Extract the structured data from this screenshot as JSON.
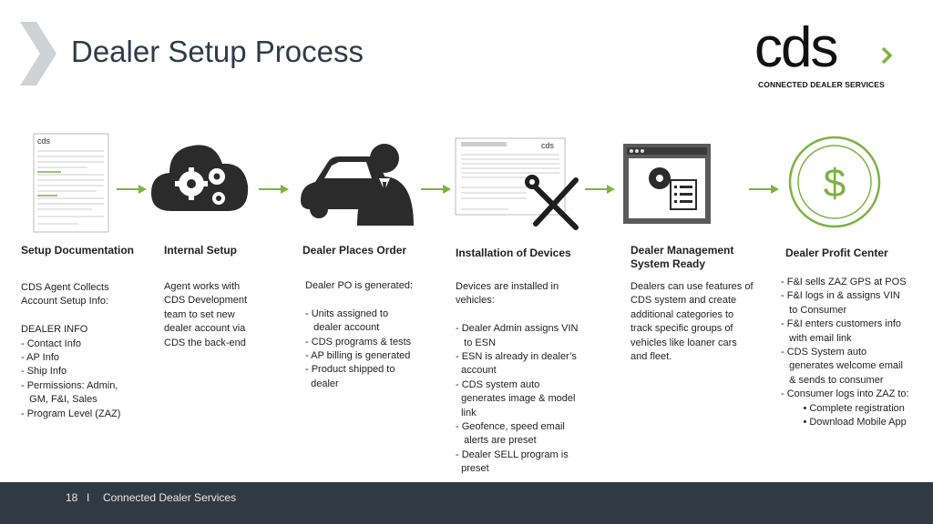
{
  "header": {
    "title": "Dealer Setup Process"
  },
  "logo": {
    "text": "cds",
    "subtitle": "CONNECTED DEALER SERVICES"
  },
  "colors": {
    "accent_green": "#7cb342",
    "title": "#2f3a4a",
    "icon_dark": "#2b2b2b",
    "footer_bg": "#2f3a44"
  },
  "icons": {
    "documentation": "document-icon",
    "internal_setup": "cloud-gears-icon",
    "dealer_order": "car-person-icon",
    "installation": "form-tools-icon",
    "management": "monitor-gear-icon",
    "profit": "dollar-circle-icon"
  },
  "steps": [
    {
      "heading": "Setup Documentation",
      "body": "CDS Agent Collects\nAccount Setup Info:\n\nDEALER INFO\n- Contact Info\n- AP Info\n- Ship Info\n- Permissions: Admin,\n   GM, F&I, Sales\n- Program Level (ZAZ)"
    },
    {
      "heading": "Internal Setup",
      "body": "Agent works with\nCDS Development\nteam to set new\ndealer account via\nCDS the back-end"
    },
    {
      "heading": "Dealer Places Order",
      "body": "Dealer PO is generated:\n\n- Units assigned to\n   dealer account\n- CDS programs & tests\n- AP billing is generated\n- Product shipped to\n  dealer"
    },
    {
      "heading": "Installation of Devices",
      "body": "Devices are installed in\nvehicles:\n\n- Dealer Admin assigns VIN\n   to ESN\n- ESN is already in dealer’s\n  account\n- CDS system auto\n  generates image & model\n  link\n- Geofence, speed email\n   alerts are preset\n- Dealer SELL program is\n  preset"
    },
    {
      "heading": "Dealer Management\nSystem Ready",
      "body": "Dealers can use features of\nCDS system and create\nadditional categories to\ntrack specific groups of\nvehicles like loaner cars\nand fleet."
    },
    {
      "heading": "Dealer Profit Center",
      "body": "- F&I sells ZAZ GPS at POS\n- F&I logs in & assigns VIN\n   to Consumer\n- F&I enters customers info\n   with email link\n- CDS System auto\n   generates welcome email\n   & sends to consumer\n- Consumer logs into ZAZ to:\n        • Complete registration\n        • Download Mobile App"
    }
  ],
  "footer": {
    "page_number": "18",
    "separator": "I",
    "text": "Connected Dealer Services"
  }
}
